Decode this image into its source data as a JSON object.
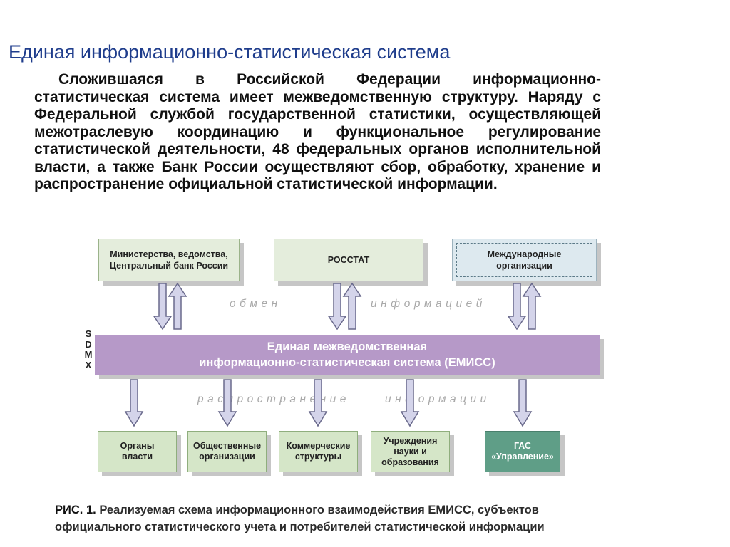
{
  "title": "Единая информационно-статистическая система",
  "paragraph": "Сложившаяся в Российской Федерации информационно-статистическая система имеет межведомственную структуру. Наряду с Федеральной службой государственной статистики, осуществляющей межотраслевую координацию и функциональное регулирование статистической деятельности, 48 федеральных органов исполнительной власти, а также Банк России осуществляют сбор, обработку, хранение и распространение официальной статистической информации.",
  "diagram": {
    "top_boxes": [
      {
        "label": "Министерства, ведомства, Центральный банк России"
      },
      {
        "label": "РОССТАТ"
      },
      {
        "label": "Международные организации"
      }
    ],
    "exchange_labels": [
      "обмен",
      "информацией"
    ],
    "sdmx_letters": [
      "S",
      "D",
      "M",
      "X"
    ],
    "center_line1": "Единая межведомственная",
    "center_line2": "информационно-статистическая система (ЕМИСС)",
    "distribution_labels": [
      "распространение",
      "информации"
    ],
    "bottom_boxes": [
      {
        "label": "Органы власти"
      },
      {
        "label": "Общественные организации"
      },
      {
        "label": "Коммерческие структуры"
      },
      {
        "label": "Учреждения науки и образования"
      },
      {
        "label": "ГАС «Управление»"
      }
    ],
    "colors": {
      "top_box": "#e4eddc",
      "intl_box": "#dde9ef",
      "center_band": "#b699c8",
      "bottom_box": "#d5e6c8",
      "gas_box": "#5f9e87",
      "arrow_fill": "#d4d4ea",
      "arrow_stroke": "#6a6a8c"
    }
  },
  "caption": {
    "label": "РИС. 1.",
    "line1": "Реализуемая схема информационного взаимодействия ЕМИСС, субъектов",
    "line2": "официального статистического учета и потребителей статистической информации"
  }
}
